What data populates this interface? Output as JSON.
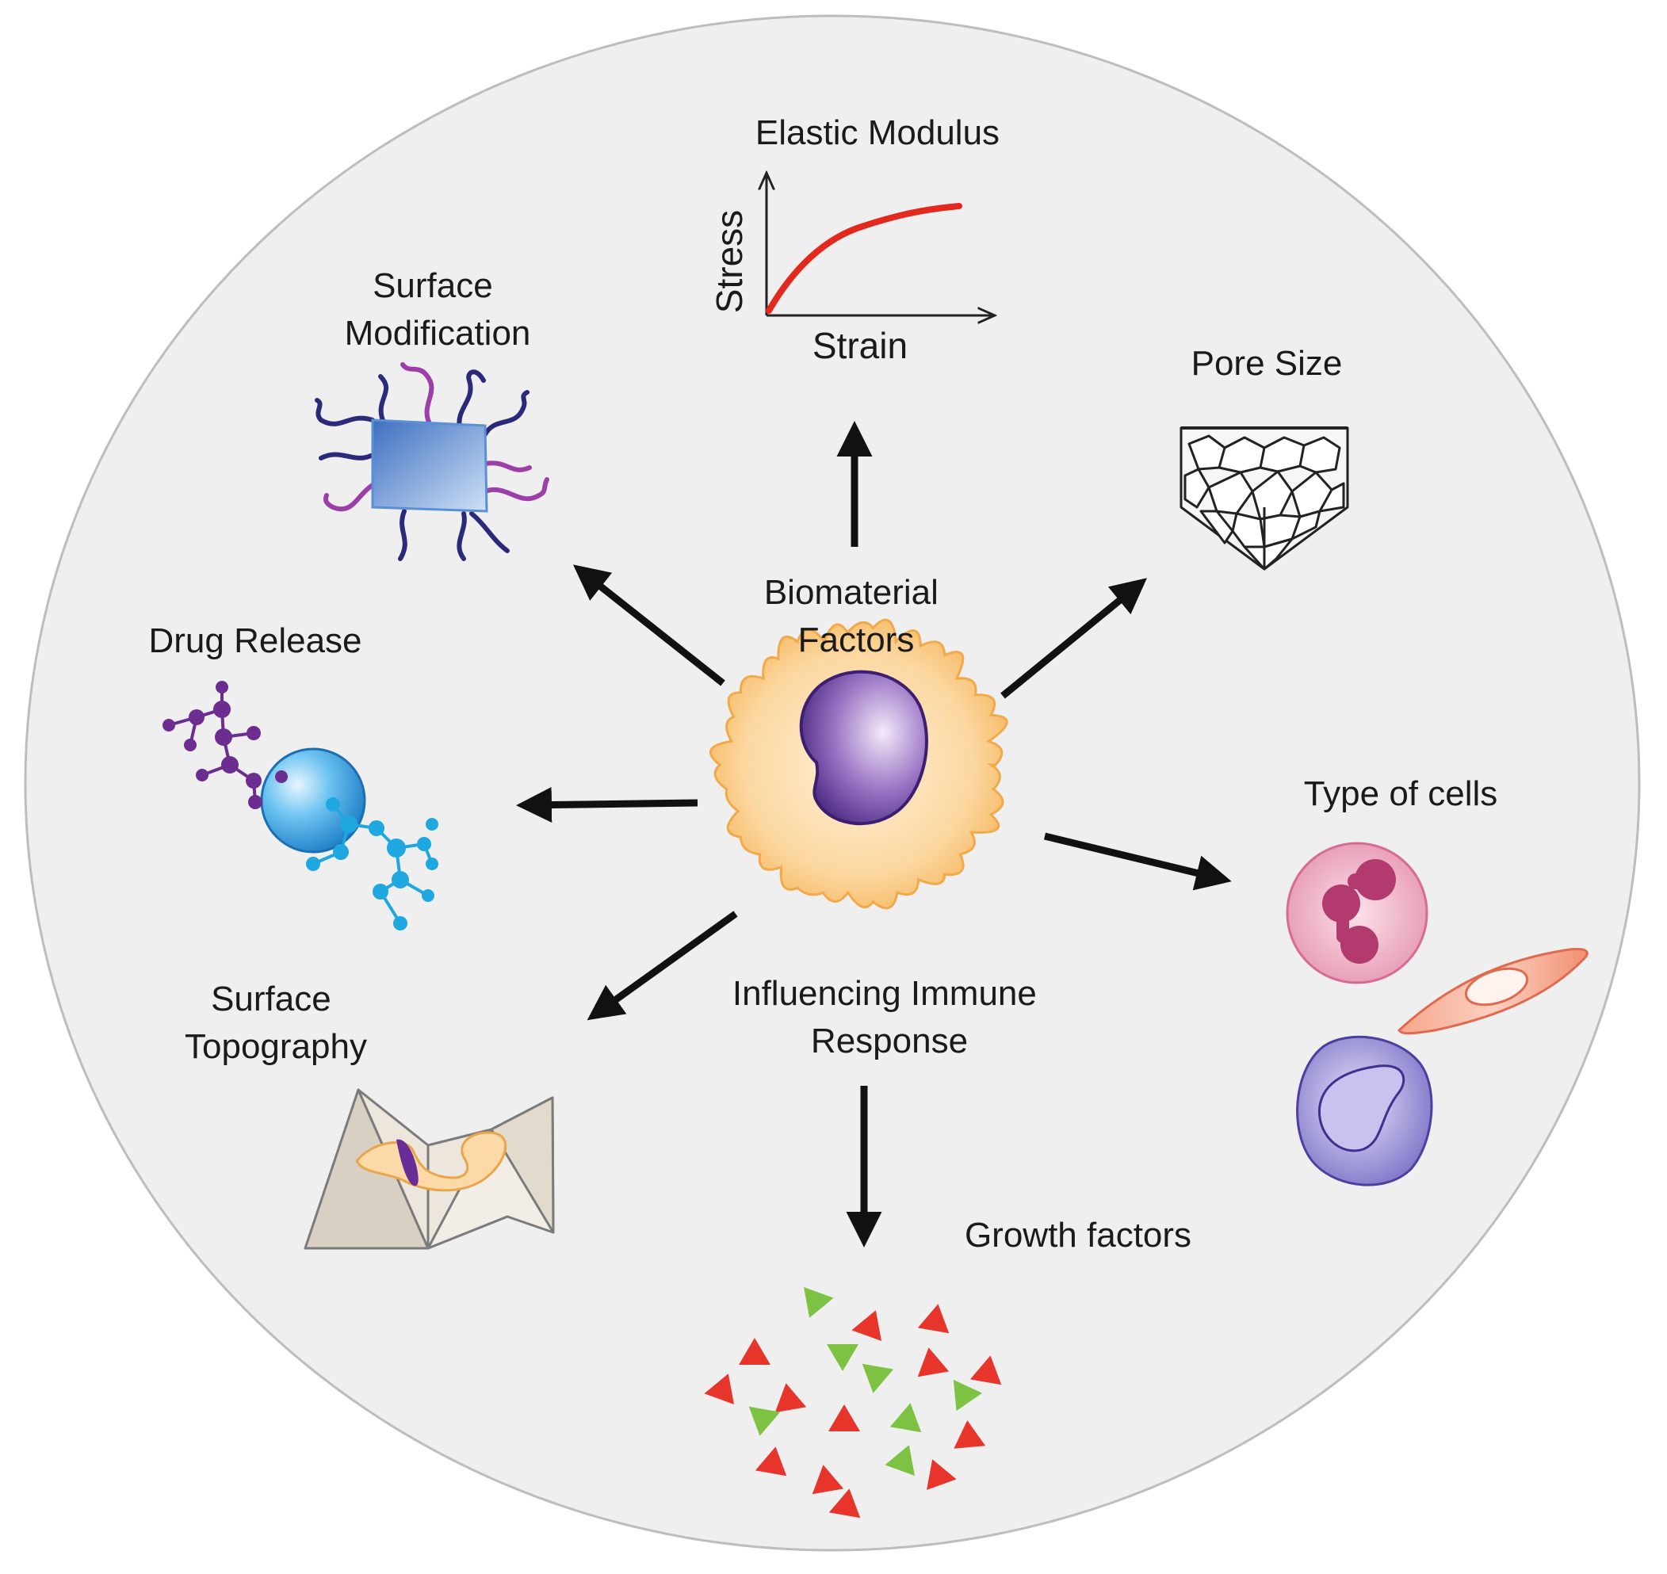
{
  "center": {
    "top_label_lines": [
      "Biomaterial",
      "Factors"
    ],
    "bottom_label_lines": [
      "Influencing Immune",
      "Response"
    ]
  },
  "elastic_modulus": {
    "title": "Elastic Modulus",
    "y_axis_label": "Stress",
    "x_axis_label": "Strain"
  },
  "surface_modification": {
    "label_lines": [
      "Surface",
      "Modification"
    ]
  },
  "pore_size": {
    "label": "Pore Size"
  },
  "drug_release": {
    "label": "Drug Release"
  },
  "type_of_cells": {
    "label": "Type of cells"
  },
  "surface_topography": {
    "label_lines": [
      "Surface",
      "Topography"
    ]
  },
  "growth_factors": {
    "label": "Growth factors"
  },
  "colors": {
    "background_disc": "#efefef",
    "arrow": "#111111",
    "stress_curve": "#e3281e",
    "growth_factor_red": "#e8352b",
    "growth_factor_green": "#7dc242",
    "macrophage_body": "#fbd29a",
    "nucleus": "#6a3d9a"
  }
}
